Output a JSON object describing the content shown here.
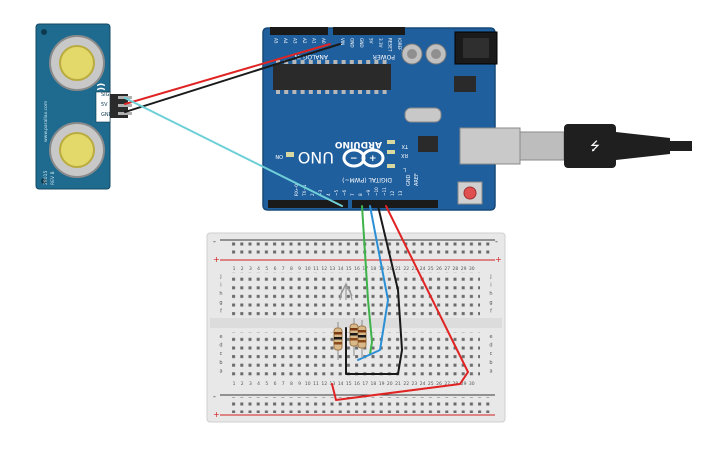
{
  "sensor": {
    "name": "PING)))",
    "brand": "www.parallax.com",
    "model": "28015",
    "rev": "REV B",
    "pins": [
      "SIG",
      "5V",
      "GND"
    ]
  },
  "arduino": {
    "brand": "ARDUINO",
    "model": "UNO",
    "power_label": "POWER",
    "analog_label": "ANALOG IN",
    "digital_label": "DIGITAL (PWM~)",
    "on_label": "ON",
    "tx_label": "TX",
    "rx_label": "RX",
    "l_label": "L",
    "ioref_label": "IOREF",
    "reset_label": "RESET",
    "aref_label": "AREF",
    "gnd_label": "GND",
    "power_pins": [
      "IOREF",
      "RESET",
      "3.3V",
      "5V",
      "GND",
      "GND",
      "VIN"
    ],
    "analog_pins": [
      "A0",
      "A1",
      "A2",
      "A3",
      "A4",
      "A5"
    ],
    "digital_pins": [
      "13",
      "12",
      "~11",
      "~10",
      "~9",
      "8",
      "7",
      "~6",
      "~5",
      "4",
      "~3",
      "2",
      "TX→1",
      "RX←0"
    ]
  },
  "breadboard": {
    "col_numbers": [
      "1",
      "2",
      "3",
      "4",
      "5",
      "6",
      "7",
      "8",
      "9",
      "10",
      "11",
      "12",
      "13",
      "14",
      "15",
      "16",
      "17",
      "18",
      "19",
      "20",
      "21",
      "22",
      "23",
      "24",
      "25",
      "26",
      "27",
      "28",
      "29",
      "30"
    ],
    "rows_top": [
      "j",
      "i",
      "h",
      "g",
      "f"
    ],
    "rows_bottom": [
      "e",
      "d",
      "c",
      "b",
      "a"
    ],
    "plus": "+",
    "minus": "-"
  },
  "colors": {
    "arduino_blue": "#1f5f9e",
    "wire_red": "#e02424",
    "wire_black": "#1a1a1a",
    "wire_cyan": "#6fd0d8",
    "wire_green": "#3db34a",
    "wire_blue": "#2b8fd6",
    "sensor_blue": "#1e6b8f"
  },
  "components": [
    "ultrasonic-sensor",
    "arduino-uno",
    "breadboard",
    "rgb-led",
    "resistor",
    "resistor",
    "resistor",
    "usb-cable"
  ]
}
